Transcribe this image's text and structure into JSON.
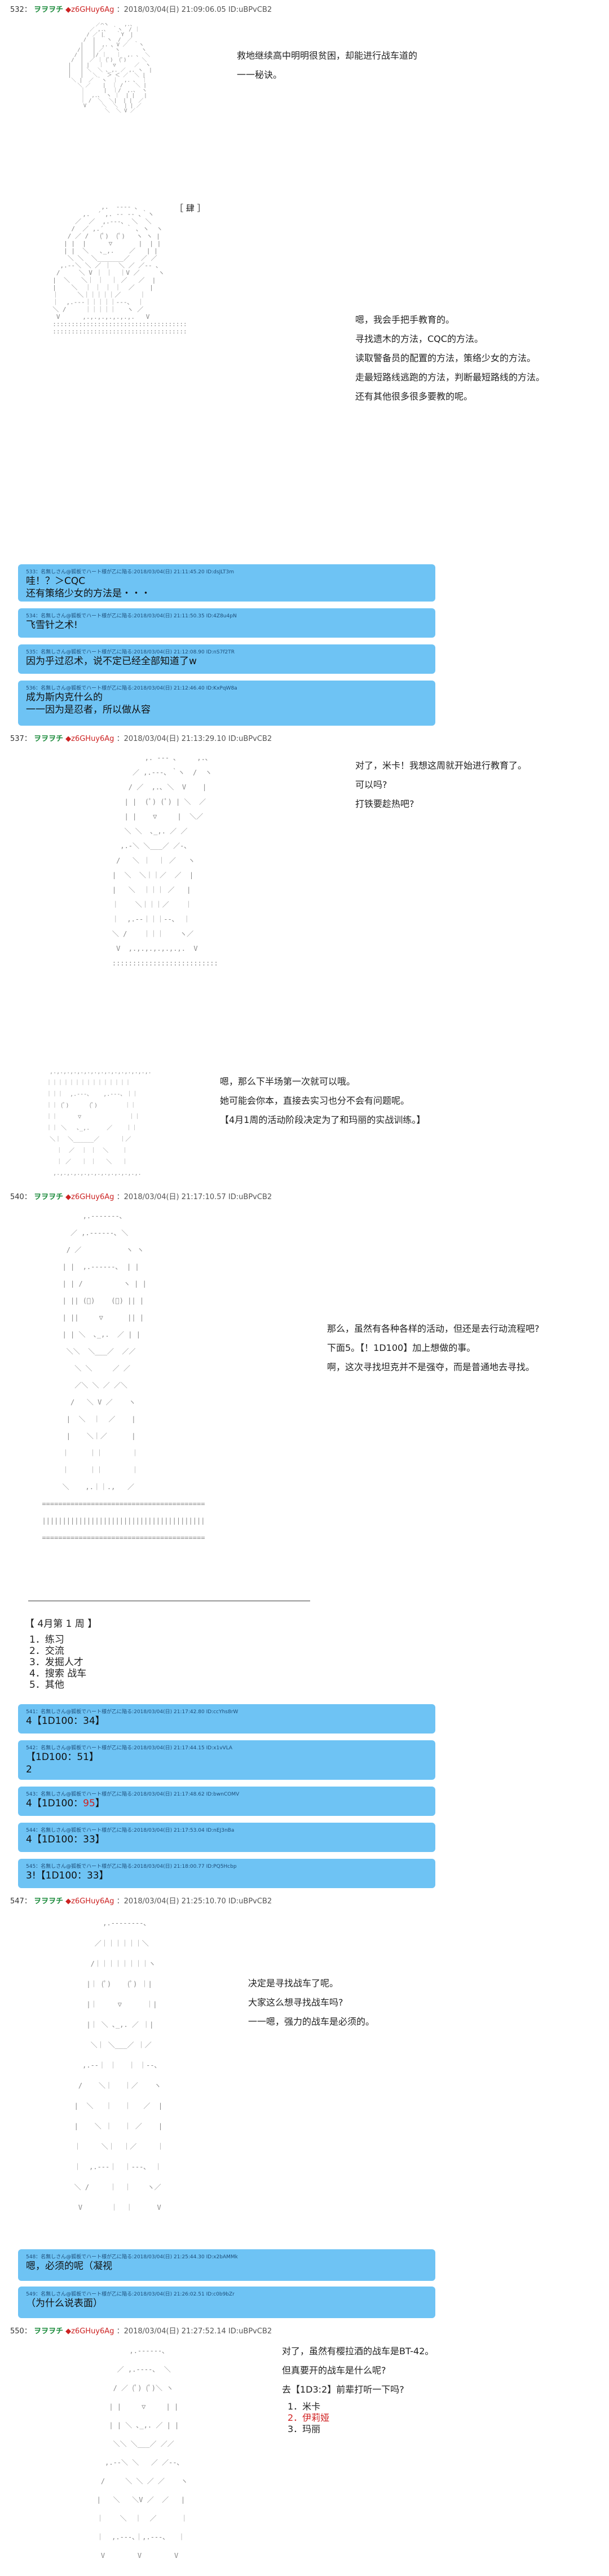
{
  "posts": [
    {
      "header": {
        "num": "532：",
        "name": "ヲヲヲチ",
        "trip": "◆z6GHuy6Ag",
        "meta": "：2018/03/04(日) 21:09:06.05 ID:uBPvCB2"
      },
      "narration": [
        "救地继续高中明明很贫困，却能进行战车道的",
        "一一秘诀。"
      ],
      "caption": "［ 肆 ］",
      "narration2": [
        "嗯，我会手把手教育的。",
        "寻找遗木的方法，CQC的方法。",
        "读取警备员的配置的方法，策络少女的方法。",
        "走最短路线逃跑的方法，判断最短路线的方法。",
        "还有其他很多很多要教的呢。"
      ]
    },
    {
      "header": {
        "num": "537：",
        "name": "ヲヲヲチ",
        "trip": "◆z6GHuy6Ag",
        "meta": "：2018/03/04(日) 21:13:29.10 ID:uBPvCB2"
      },
      "narration": [
        "对了，米卡！我想这周就开始进行教育了。",
        "可以吗?",
        "打铁要趁热吧?"
      ],
      "narration2": [
        "嗯，那么下半场第一次就可以哦。",
        "她可能会你本，直接去实习也分不会有问题呢。",
        "【4月1周的活动阶段决定为了和玛丽的实战训练。】"
      ]
    },
    {
      "header": {
        "num": "540：",
        "name": "ヲヲヲチ",
        "trip": "◆z6GHuy6Ag",
        "meta": "：2018/03/04(日) 21:17:10.57 ID:uBPvCB2"
      },
      "narration": [
        "那么，虽然有各种各样的活动，但还是去行动流程吧?",
        "下面5。【！1D100】加上想做的事。",
        "啊，这次寻找坦克并不是强夺，而是普通地去寻找。"
      ],
      "menu_title": "【 4月第 1 周 】",
      "menu_items": [
        "1．练习",
        "2．交流",
        "3．发掘人才",
        "4．搜索 战车",
        "5．其他"
      ]
    },
    {
      "header": {
        "num": "547：",
        "name": "ヲヲヲチ",
        "trip": "◆z6GHuy6Ag",
        "meta": "：2018/03/04(日) 21:25:10.70 ID:uBPvCB2"
      },
      "narration": [
        "决定是寻找战车了呢。",
        "大家这么想寻找战车吗?",
        "一一嗯，强力的战车是必须的。"
      ]
    },
    {
      "header": {
        "num": "550：",
        "name": "ヲヲヲチ",
        "trip": "◆z6GHuy6Ag",
        "meta": "：2018/03/04(日) 21:27:52.14 ID:uBPvCB2"
      },
      "narration": [
        "对了，虽然有樱拉酒的战车是BT-42。",
        "但真要开的战车是什么呢?",
        "去【1D3:2】前辈打听一下吗?"
      ],
      "options": [
        "1．米卡",
        "2．伊莉娅",
        "3．玛丽"
      ]
    }
  ],
  "replies_a": [
    {
      "meta": "533：名無しさん@狐板でハート様が乙に陥る:2018/03/04(日) 21:11:45.20 ID:dsJLT3m",
      "lines": [
        "哇！？＞CQC",
        "还有策络少女的方法是・・・"
      ]
    },
    {
      "meta": "534：名無しさん@狐板でハート様が乙に陥る:2018/03/04(日) 21:11:50.35 ID:4Z8u4pN",
      "lines": [
        "飞雪针之术!"
      ]
    },
    {
      "meta": "535：名無しさん@狐板でハート様が乙に陥る:2018/03/04(日) 21:12:08.90 ID:nS7f2TR",
      "lines": [
        "因为乎过忍术，说不定已经全部知道了w"
      ]
    },
    {
      "meta": "536：名無しさん@狐板でハート様が乙に陥る:2018/03/04(日) 21:12:46.40 ID:KxPqW8a",
      "lines": [
        "成为斯内克什么的",
        "一一因为是忍者，所以做从容"
      ]
    }
  ],
  "replies_b": [
    {
      "meta": "541：名無しさん@狐板でハート様が乙に陥る:2018/03/04(日) 21:17:42.80 ID:ccYhs8rW",
      "lines": [
        "4【1D100：34】"
      ]
    },
    {
      "meta": "542：名無しさん@狐板でハート様が乙に陥る:2018/03/04(日) 21:17:44.15 ID:x1vVLA",
      "lines": [
        "【1D100：51】",
        "2"
      ]
    },
    {
      "meta": "543：名無しさん@狐板でハート様が乙に陥る:2018/03/04(日) 21:17:48.62 ID:bwnCOMV",
      "lines": [
        "4【1D100："
      ],
      "red": "95",
      "tail": "】"
    },
    {
      "meta": "544：名無しさん@狐板でハート様が乙に陥る:2018/03/04(日) 21:17:53.04 ID:nEJ3nBa",
      "lines": [
        "4【1D100：33】"
      ]
    },
    {
      "meta": "545：名無しさん@狐板でハート様が乙に陥る:2018/03/04(日) 21:18:00.77 ID:PQ5Hcbp",
      "lines": [
        "3!【1D100：33】"
      ]
    }
  ],
  "replies_c": [
    {
      "meta": "548：名無しさん@狐板でハート様が乙に陥る:2018/03/04(日) 21:25:44.30 ID:x2bAMMk",
      "lines": [
        "嗯，必须的呢（凝视"
      ]
    },
    {
      "meta": "549：名無しさん@狐板でハート様が乙に陥る:2018/03/04(日) 21:26:02.51 ID:c0b9bZr",
      "lines": [
        "（为什么说表面）"
      ]
    }
  ],
  "aa_art": {
    "a1": "           ／⌒ヽ     ,.､\n         ／ ,.､  ｀ヽ  / ｜\n        / ／ |    ｀Y  |\n       /  |  ｀ヽ  /  ／\n      |   |  ,. ､ V ／  ｀ヽ\n     /|   | ／  ｀ヽ       ヽ\n    / |   |/ ｜   ｜  ,. ､  ＼\n   /  |  ／ ｜ (ﾟ)  (ﾟ)     ＼\n  |   | |   ｜   ▽      ／  ヽ\n  |   | ＼  ＼ ､_,. ／ ,. ヽ  |\n  |   |   ＼   ＞ ＜ ／  ＼ |\n   ＼ |  ／ ｀ヽ  ｜  ,. ､  ｜\n     ＼ ／    |  ｜ /    ＼ |\n      ｜      |  ｜/  ,.､  ヽ\n      ｜  ,.､  ヽ ｜  | |   |\n      ｜ /  ＼  ＼|  | |  ／\n       V     ＼  ＼  | | ／\n              ＼  ＼ V ／",
    "a2": "               ,.  -‐‐- ､\n          ,.  ´ ,. -‐ ‐- ､｀ヽ\n        ／  ／  ,.-‐-､  ＼  ＼\n       /  ／ ,.´      ｀ ､ ヽ  ヽ\n      / ／ /   (ﾟ)  (ﾟ)   ヽ ヽ |\n     | |  |      ▽       |  | |\n     | |  ＼   ､_,.    ／   | |\n      ＼ ＼  ＼_______／   ／ ／\n    ,.-‐＼ ＼ ／ ｜  ＼ ／ ／-‐ ､\n   /     ＼ V ｜ ｜  ｜V ／     ヽ\n  |  ＼   ＼｜ ｜  ｜ ／   ／  |\n  |    ＼  ｜ ｜ ｜ ｜  ／    |\n  ｜     ＼｜｜｜｜｜／     ｜\n  ｜  ,.-‐-｜｜｜｜｜-‐-､  ｜\n  ＼ /     ｜｜｜｜｜   ヽ ／\n   V      ,.,.,.,.,.,.,.   V\n  ::::::::::::::::::::::::::::::::::::\n  ::::::::::::::::::::::::::::::::::::",
    "a3": "            ,. -‐- ､     ,.､\n         ／ ,.-‐-､ ｀ヽ  /  ヽ\n        / ／  ,.､ ＼  V    |\n       | |  (ﾟ) (ﾟ) | ＼  ／\n       | |    ▽     |  ＼／\n       ＼ ＼  ､_,. ／ ／\n      ,.-＼ ＼___／ ／-､\n     /   ＼ ｜  ｜ ／   ヽ\n    |  ＼  ＼｜｜／  ／  |\n    |   ＼  ｜｜｜ ／   |\n    ｜    ＼｜｜｜／    ｜\n    ｜  ,.-‐｜｜｜‐-､  ｜\n    ＼ /    ｜｜｜    ヽ／\n     V  ,.,.,.,.,.,.,.  V\n    ::::::::::::::::::::::::::",
    "a4": "   ,.,.,.,.,.,.,.,.,.,.,.,.,.,.,.\n  ｜｜｜｜｜｜｜｜｜｜｜｜｜｜｜\n  ｜｜｜  ,.-‐-､    ,.-‐-､ ｜｜\n  ｜｜ (ﾟ)      (ﾟ)        ｜｜\n  ｜｜      ▽              ｜｜\n  ｜｜ ＼   ､_,.     ／    ｜｜\n   ＼｜  ＼______／      ｜／\n     ｜  ／  ｜ ｜  ＼    ｜\n     ｜ ／   ｜ ｜   ＼   ｜\n    ,.,.,.,.,.,.,.,.,.,.,.,.,.",
    "a5": "            ,.-‐‐‐‐‐-､\n         ／ ,.-‐‐‐‐-､ ＼\n        / ／           ヽ ヽ\n       | |  ,.-‐‐‐‐-､  | |\n       | | /          ヽ | |\n       | || (ﾟ)    (ﾟ) || |\n       | ||     ▽      || |\n       | | ＼  ､_,.  ／ | |\n        ＼＼  ＼___／  ／／\n          ＼ ＼     ／ ／\n          ／＼ ＼ ／ ／＼\n         /   ＼ V ／    ヽ\n        |  ＼  ｜  ／    |\n        |    ＼｜／      |\n       ｜     ｜｜       ｜\n       ｜     ｜｜       ｜\n       ＼    ,.｜｜.,   ／\n  ========================================\n  ||||||||||||||||||||||||||||||||||||||||\n  ========================================",
    "a6": "          ,.-‐‐‐‐‐‐-､\n        ／｜｜｜｜｜｜＼\n       /｜｜｜｜｜｜｜｜ヽ\n      |｜ (ﾟ)    (ﾟ) ｜|\n      |｜     ▽      ｜|\n      |｜ ＼ ､_,. ／ ｜|\n       ＼｜ ＼___／ ｜／\n     ,.-‐｜ ｜   ｜ ｜‐-､\n    /    ＼｜   ｜／    ヽ\n   |  ＼   ｜   ｜   ／  |\n   |    ＼ ｜   ｜ ／    |\n   ｜     ＼｜  ｜／     ｜\n   ｜  ,.-‐-｜  ｜-‐-､  ｜\n   ＼ /     ｜  ｜    ヽ／\n    V       ｜  ｜      V",
    "a7": "           ,.-‐‐‐‐-､\n        ／ ,.-‐‐-､  ＼\n       / ／ (ﾟ) (ﾟ)＼ ヽ\n      | |     ▽     | |\n      | | ＼ ､_,. ／ | |\n       ＼＼ ＼___／ ／／\n     ,.-‐＼ ＼   ／ ／‐-､\n    /     ＼ ＼ ／ ／    ヽ\n   |   ＼   ＼V ／  ／   |\n   ｜    ＼  ｜  ／      ｜\n   ｜  ,.-‐-､｜,.-‐-､   ｜\n    V        V        V"
  }
}
